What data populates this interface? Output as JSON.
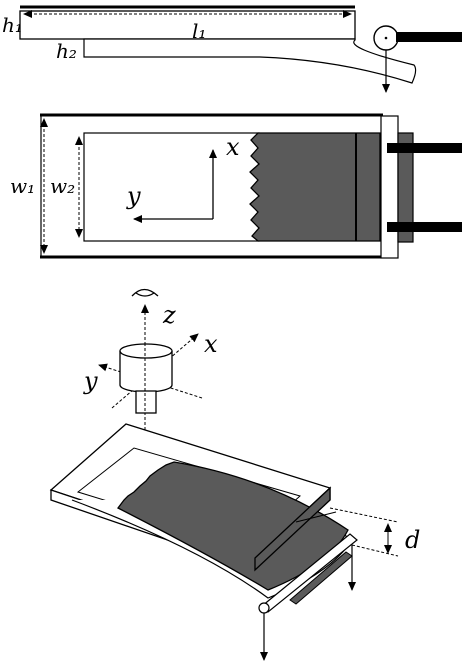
{
  "top_view": {
    "h1": "h₁",
    "l1": "l₁",
    "h2": "h₂"
  },
  "plan_view": {
    "w1": "w₁",
    "w2": "w₂",
    "x": "x",
    "y": "y"
  },
  "iso_view": {
    "z": "z",
    "x": "x",
    "y": "y",
    "d": "d"
  },
  "colors": {
    "sheet_fill": "#5a5a5a",
    "frame_stroke": "#000000",
    "bar_fill": "#000000",
    "camera_fill": "#ffffff"
  }
}
